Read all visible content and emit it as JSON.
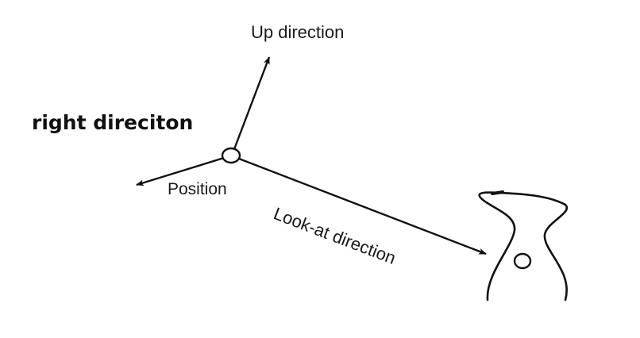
{
  "labels": {
    "up": "Up direction",
    "right": "right direciton",
    "position": "Position",
    "look_at": "Look-at direction"
  },
  "colors": {
    "stroke": "#111111",
    "text": "#1a1a1a",
    "background": "#ffffff"
  }
}
